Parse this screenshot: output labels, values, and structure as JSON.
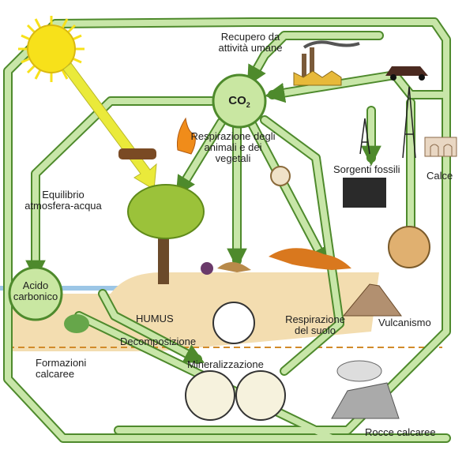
{
  "labels": {
    "co2": "CO",
    "co2_sub": "2",
    "human_activity": "Recupero da\nattività umane",
    "respiration": "Respirazione degli\nanimali e dei\nvegetali",
    "equilibrium": "Equilibrio\natmosfera-acqua",
    "fossil_sources": "Sorgenti fossili",
    "limestone_heat": "Calce",
    "carbonic_acid": "Acido\ncarbonico",
    "humus": "HUMUS",
    "soil_respiration": "Respirazione\ndel suolo",
    "volcanism": "Vulcanismo",
    "decomposition": "Decomposizione",
    "limestone_formation": "Formazioni\ncalcaree",
    "mineralization": "Mineralizzazione",
    "limestone_rocks": "Rocce calcaree"
  },
  "colors": {
    "arrow_fill": "#c8e6a8",
    "arrow_stroke": "#4e8a2c",
    "node_fill": "#c9e7a2",
    "sun": "#f7e11a",
    "sun_ray_arrow": "#eaea3a",
    "soil": "#f3ddb0",
    "water": "#9cc6e6",
    "tree": "#9bc23a",
    "fox": "#d9781e"
  },
  "icons": [
    "sun-icon",
    "fire-icon",
    "factory-icon",
    "car-icon",
    "oil-derrick-icon",
    "kiln-icon",
    "tree-icon",
    "fox-icon",
    "rabbit-icon",
    "shell-icon",
    "volcano-icon",
    "bush-icon",
    "microscope-icon"
  ]
}
